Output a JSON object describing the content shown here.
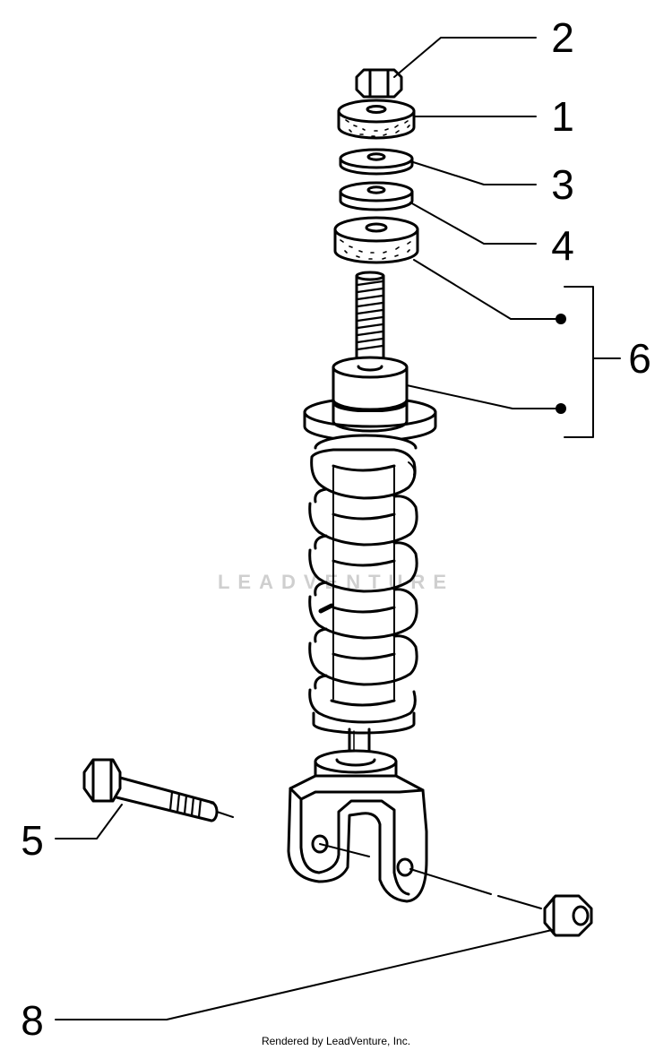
{
  "diagram": {
    "callouts": [
      {
        "id": "c2",
        "label": "2"
      },
      {
        "id": "c1",
        "label": "1"
      },
      {
        "id": "c3",
        "label": "3"
      },
      {
        "id": "c4",
        "label": "4"
      },
      {
        "id": "c6",
        "label": "6"
      },
      {
        "id": "c5",
        "label": "5"
      },
      {
        "id": "c8",
        "label": "8"
      }
    ],
    "watermark": "LEADVENTURE",
    "footer": "Rendered by LeadVenture, Inc."
  }
}
